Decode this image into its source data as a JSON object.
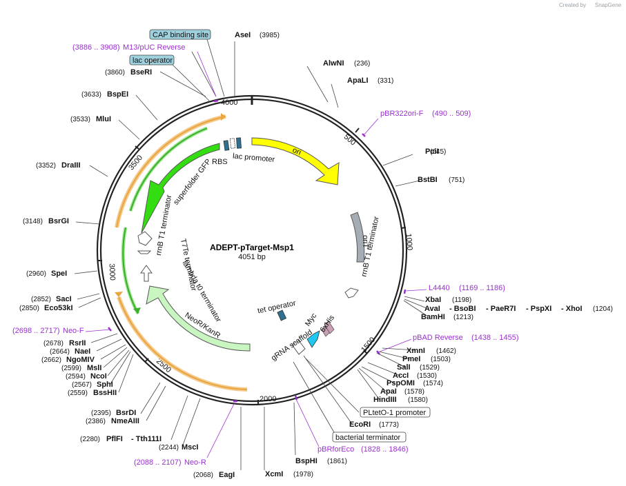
{
  "plasmid": {
    "name": "ADEPT-pTarget-Msp1",
    "length_label": "4051 bp",
    "length": 4051
  },
  "brand": {
    "created_by": "Created by",
    "app": "SnapGene"
  },
  "ticks": [
    "500",
    "1000",
    "1500",
    "2000",
    "2500",
    "3000",
    "3500",
    "4000"
  ],
  "sites": [
    {
      "name": "AseI",
      "coord": "(3985)"
    },
    {
      "name": "AlwNI",
      "coord": "(236)"
    },
    {
      "name": "ApaLI",
      "coord": "(331)"
    },
    {
      "name": "PciI",
      "coord": "(645)"
    },
    {
      "name": "BstBI",
      "coord": "(751)"
    },
    {
      "name": "XbaI",
      "coord": "(1198)"
    },
    {
      "name": "AvaI",
      "coord": ""
    },
    {
      "name": "BsoBI",
      "coord": ""
    },
    {
      "name": "PaeR7I",
      "coord": ""
    },
    {
      "name": "PspXI",
      "coord": ""
    },
    {
      "name": "XhoI",
      "coord": "(1204)"
    },
    {
      "name": "BamHI",
      "coord": "(1213)"
    },
    {
      "name": "XmnI",
      "coord": "(1462)"
    },
    {
      "name": "PmeI",
      "coord": "(1503)"
    },
    {
      "name": "SalI",
      "coord": "(1529)"
    },
    {
      "name": "AccI",
      "coord": "(1530)"
    },
    {
      "name": "PspOMI",
      "coord": "(1574)"
    },
    {
      "name": "ApaI",
      "coord": "(1578)"
    },
    {
      "name": "HindIII",
      "coord": "(1580)"
    },
    {
      "name": "EcoRI",
      "coord": "(1773)"
    },
    {
      "name": "BspHI",
      "coord": "(1861)"
    },
    {
      "name": "XcmI",
      "coord": "(1978)"
    },
    {
      "name": "EagI",
      "coord": "(2068)"
    },
    {
      "name": "MscI",
      "coord": "(2244)"
    },
    {
      "name": "Tth111I",
      "coord": ""
    },
    {
      "name": "PflFI",
      "coord": "(2280)"
    },
    {
      "name": "NmeAIII",
      "coord": "(2386)"
    },
    {
      "name": "BsrDI",
      "coord": "(2395)"
    },
    {
      "name": "BssHII",
      "coord": "(2559)"
    },
    {
      "name": "SphI",
      "coord": "(2567)"
    },
    {
      "name": "NcoI",
      "coord": "(2594)"
    },
    {
      "name": "MslI",
      "coord": "(2599)"
    },
    {
      "name": "NgoMIV",
      "coord": "(2662)"
    },
    {
      "name": "NaeI",
      "coord": "(2664)"
    },
    {
      "name": "RsrII",
      "coord": "(2678)"
    },
    {
      "name": "Eco53kI",
      "coord": "(2850)"
    },
    {
      "name": "SacI",
      "coord": "(2852)"
    },
    {
      "name": "SpeI",
      "coord": "(2960)"
    },
    {
      "name": "BsrGI",
      "coord": "(3148)"
    },
    {
      "name": "DraIII",
      "coord": "(3352)"
    },
    {
      "name": "MluI",
      "coord": "(3533)"
    },
    {
      "name": "BspEI",
      "coord": "(3633)"
    },
    {
      "name": "BseRI",
      "coord": "(3860)"
    }
  ],
  "primers": [
    {
      "name": "M13/pUC Reverse",
      "coord": "(3886 .. 3908)"
    },
    {
      "name": "pBR322ori-F",
      "coord": "(490 .. 509)"
    },
    {
      "name": "L4440",
      "coord": "(1169 .. 1186)"
    },
    {
      "name": "pBAD Reverse",
      "coord": "(1438 .. 1455)"
    },
    {
      "name": "pBRforEco",
      "coord": "(1828 .. 1846)"
    },
    {
      "name": "Neo-R",
      "coord": "(2088 .. 2107)"
    },
    {
      "name": "Neo-F",
      "coord": "(2698 .. 2717)"
    }
  ],
  "boxed_features": [
    {
      "name": "CAP binding site",
      "fill": "#9fd0dd"
    },
    {
      "name": "lac operator",
      "fill": "#9fd0dd"
    },
    {
      "name": "PLtetO-1 promoter",
      "fill": "#ffffff"
    },
    {
      "name": "bacterial terminator",
      "fill": "#ffffff"
    }
  ],
  "features": [
    {
      "name": "ori",
      "color": "#ffff00"
    },
    {
      "name": "oriT",
      "color": "#a6acb3"
    },
    {
      "name": "rrnB T1 terminator",
      "color": "#ffffff"
    },
    {
      "name": "tet operator",
      "color": "#2f6f8f"
    },
    {
      "name": "Myc",
      "color": "#c9a0b5"
    },
    {
      "name": "6xHis",
      "color": "#c9a0b5"
    },
    {
      "name": "gRNA scaffold",
      "color": "#ffffff"
    },
    {
      "name": "NeoR/KanR",
      "color": "#c8f5c0"
    },
    {
      "name": "lambda t0 terminator",
      "color": "#ffffff"
    },
    {
      "name": "T7Te terminator",
      "color": "#ffffff"
    },
    {
      "name": "rrnB T1 terminator",
      "color": "#ffffff"
    },
    {
      "name": "superfolder GFP",
      "color": "#33dd11"
    },
    {
      "name": "RBS",
      "color": "#2f6f8f"
    },
    {
      "name": "lac promoter",
      "color": "#2f6f8f"
    }
  ],
  "colors": {
    "backbone": "#222222",
    "primer": "#9a2fd0",
    "orange_arc": "#e8a540",
    "green_arc": "#3cae2c"
  }
}
